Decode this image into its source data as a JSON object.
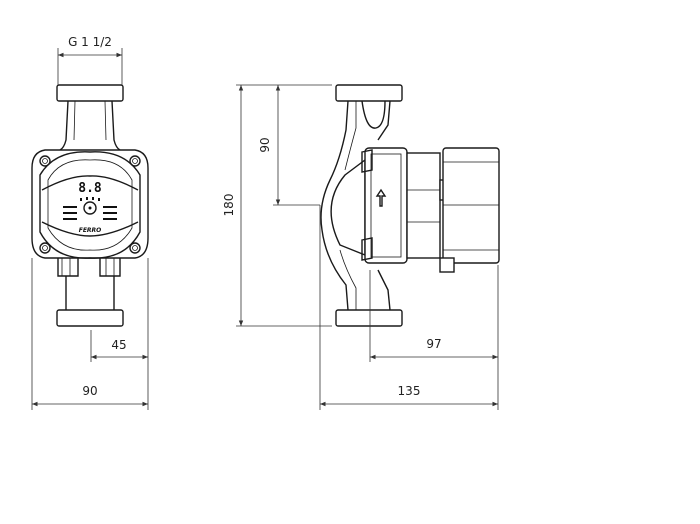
{
  "drawing": {
    "front_view": {
      "thread_label": "G 1 1/2",
      "width_label": "90",
      "half_width_label": "45",
      "display_digits": "8.8",
      "logo_text": "FERRO"
    },
    "side_view": {
      "height_label": "180",
      "axis_height_label": "90",
      "motor_depth_label": "97",
      "total_depth_label": "135"
    }
  }
}
